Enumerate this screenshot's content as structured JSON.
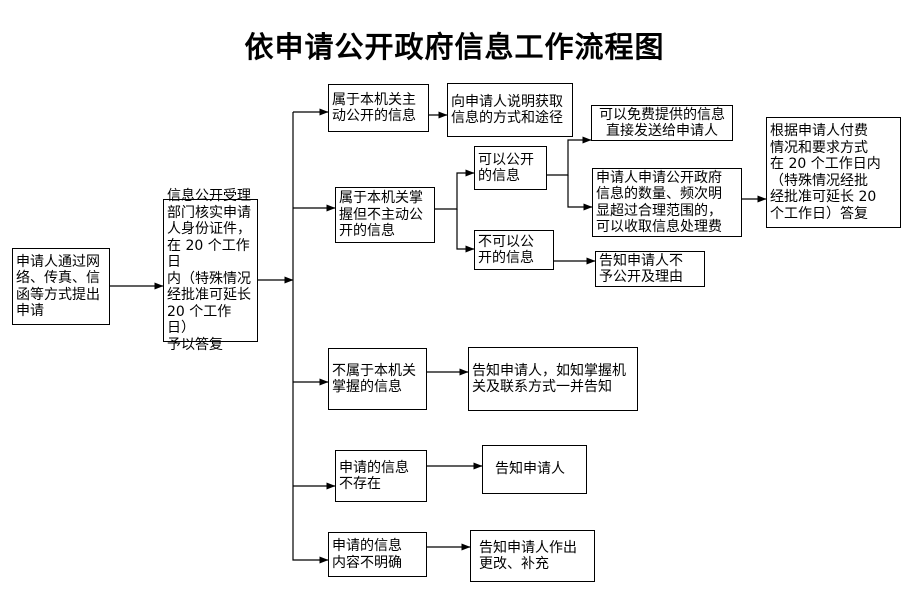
{
  "title": "依申请公开政府信息工作流程图",
  "nodes": {
    "applicant_submit": {
      "text": "申请人通过网\n络、传真、信\n函等方式提出\n申请"
    },
    "acceptance_verify": {
      "text": "信息公开受理\n部门核实申请\n人身份证件，\n在 20 个工作日\n内（特殊情况\n经批准可延长\n20 个工作日）\n予以答复"
    },
    "proactive_disclosure": {
      "text": "属于本机关主\n动公开的信息"
    },
    "explain_how_to_obtain": {
      "text": "向申请人说明获取\n信息的方式和途径"
    },
    "held_not_proactive": {
      "text": "属于本机关掌\n握但不主动公\n开的信息"
    },
    "can_disclose": {
      "text": "可以公开\n的信息"
    },
    "cannot_disclose": {
      "text": "不可以公\n开的信息"
    },
    "free_info_send": {
      "text": "可以免费提供的信息\n直接发送给申请人"
    },
    "fee_over_range": {
      "text": "申请人申请公开政府\n信息的数量、频次明\n显超过合理范围的，\n可以收取信息处理费"
    },
    "notify_no_disclosure": {
      "text": "告知申请人不\n予公开及理由"
    },
    "reply_by_payment": {
      "text": "根据申请人付费\n情况和要求方式\n在 20 个工作日内\n（特殊情况经批\n经批准可延长 20\n个工作日）答复"
    },
    "not_held": {
      "text": "不属于本机关\n掌握的信息"
    },
    "notify_with_agency": {
      "text": "告知申请人，如知掌握机\n关及联系方式一并告知"
    },
    "info_not_exist": {
      "text": "申请的信息\n不存在"
    },
    "notify_applicant": {
      "text": "告知申请人"
    },
    "content_unclear": {
      "text": "申请的信息\n内容不明确"
    },
    "notify_amend": {
      "text": "告知申请人作出\n更改、补充"
    }
  },
  "style": {
    "line_color": "#000000",
    "box_border_color": "#000000",
    "background": "#ffffff"
  }
}
